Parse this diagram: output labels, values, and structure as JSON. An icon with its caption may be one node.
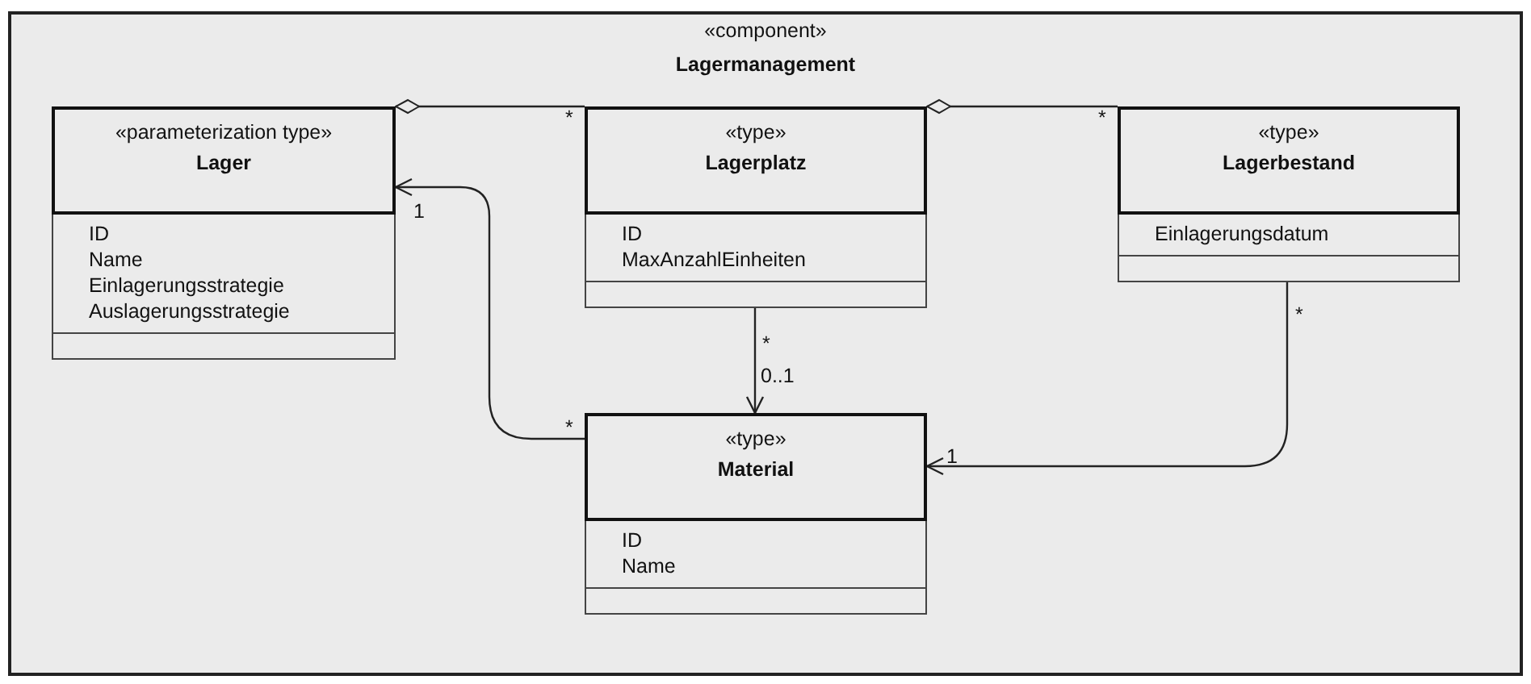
{
  "diagram": {
    "nodes": [
      {
        "text": [
          "«component»",
          "Lagermanagement"
        ]
      },
      {
        "text": [
          "«parameterization type»",
          "Lager",
          "ID",
          "Name",
          "Einlagerungsstrategie",
          "Auslagerungsstrategie"
        ],
        "in": 0
      },
      {
        "text": [
          "«type»",
          "Lagerplatz",
          "ID",
          "MaxAnzahlEinheiten"
        ],
        "in": 0
      },
      {
        "text": [
          "«type»",
          "Lagerbestand",
          "Einlagerungsdatum"
        ],
        "in": 0
      },
      {
        "text": [
          "«type»",
          "Material",
          "ID",
          "Name"
        ],
        "in": 0
      }
    ],
    "edges": [
      {
        "from": 2,
        "to": 1,
        "arrow": "other"
      },
      {
        "from": 3,
        "to": 2,
        "arrow": "other"
      },
      {
        "from": 2,
        "to": 4,
        "arrow": "to"
      },
      {
        "from": 4,
        "to": 1,
        "arrow": "to"
      },
      {
        "from": 3,
        "to": 4,
        "arrow": "to"
      }
    ],
    "labels": [
      "*",
      "*",
      "1",
      "*",
      "0..1",
      "*",
      "*",
      "1"
    ]
  }
}
